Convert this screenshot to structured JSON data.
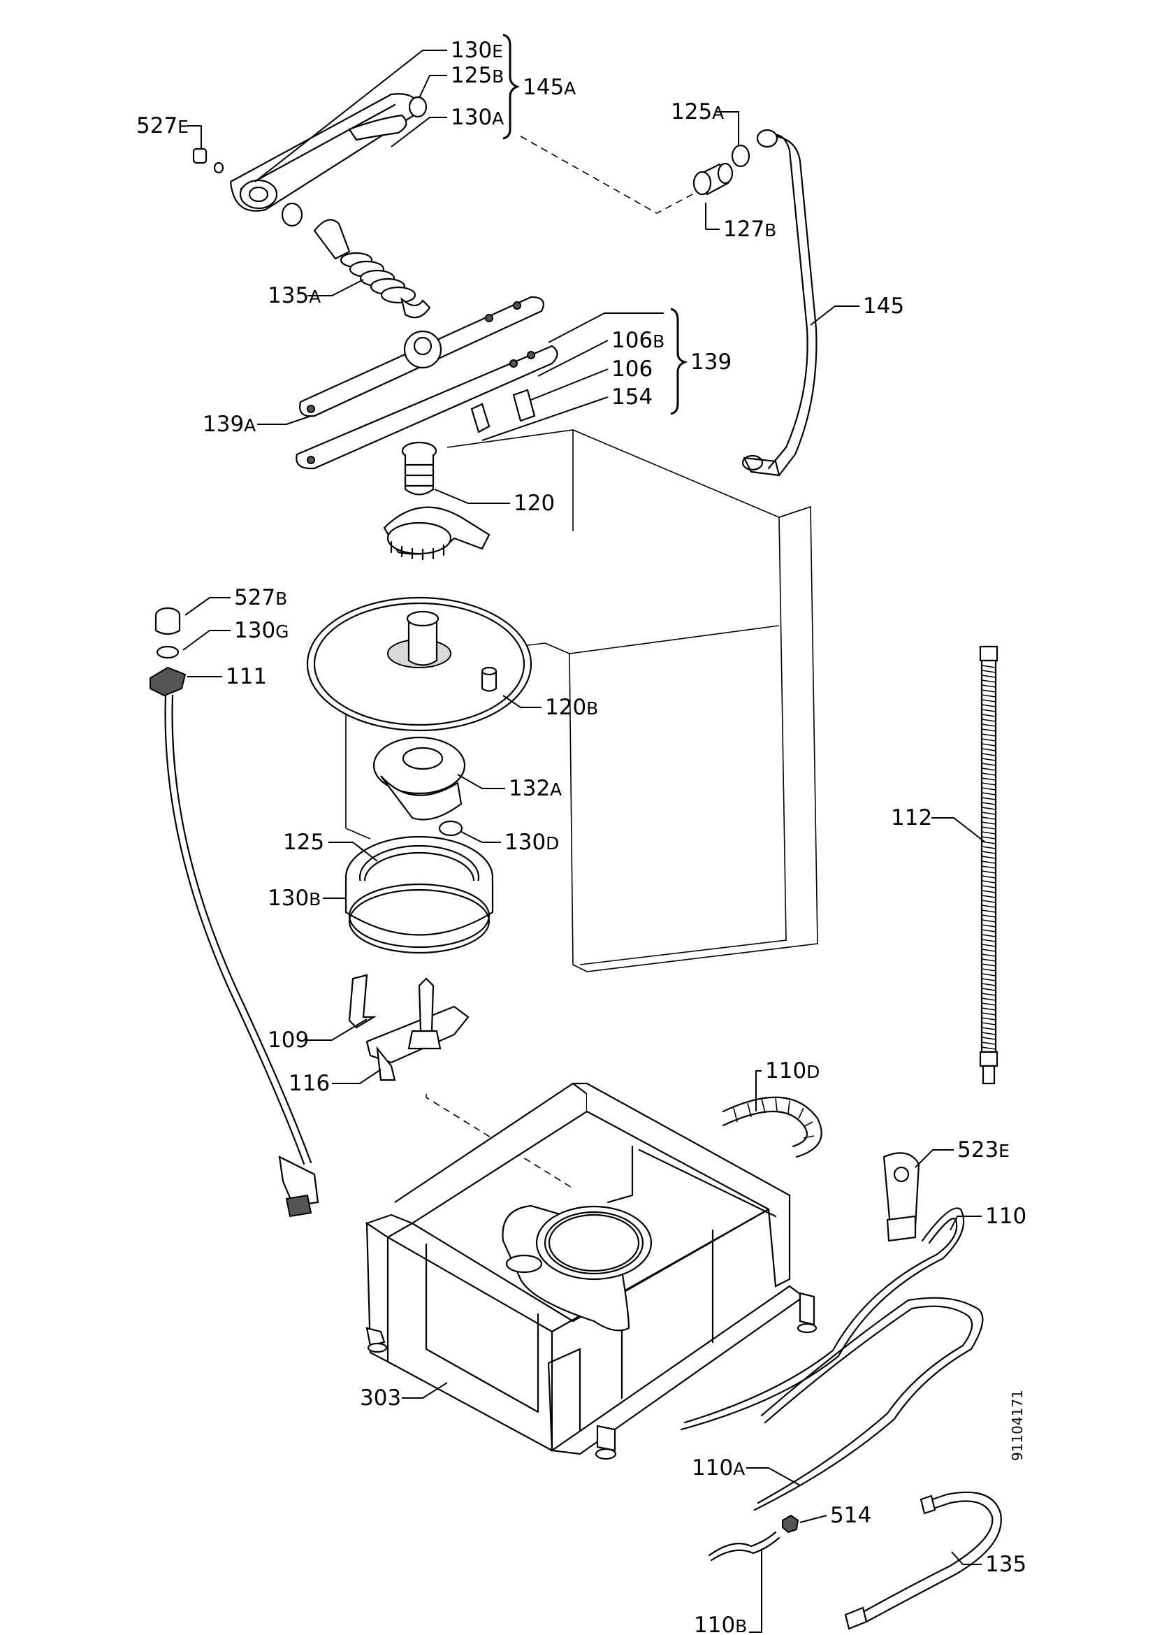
{
  "labels": {
    "l130E": {
      "num": "130",
      "suf": "E"
    },
    "l125B": {
      "num": "125",
      "suf": "B"
    },
    "l130A": {
      "num": "130",
      "suf": "A"
    },
    "l145A": {
      "num": "145",
      "suf": "A"
    },
    "l527E": {
      "num": "527",
      "suf": "E"
    },
    "l125A": {
      "num": "125",
      "suf": "A"
    },
    "l127B": {
      "num": "127",
      "suf": "B"
    },
    "l135A": {
      "num": "135",
      "suf": "A"
    },
    "l145": {
      "num": "145",
      "suf": ""
    },
    "l106B": {
      "num": "106",
      "suf": "B"
    },
    "l106": {
      "num": "106",
      "suf": ""
    },
    "l139": {
      "num": "139",
      "suf": ""
    },
    "l154": {
      "num": "154",
      "suf": ""
    },
    "l139A": {
      "num": "139",
      "suf": "A"
    },
    "l120": {
      "num": "120",
      "suf": ""
    },
    "l527B": {
      "num": "527",
      "suf": "B"
    },
    "l130G": {
      "num": "130",
      "suf": "G"
    },
    "l111": {
      "num": "111",
      "suf": ""
    },
    "l120B": {
      "num": "120",
      "suf": "B"
    },
    "l132A": {
      "num": "132",
      "suf": "A"
    },
    "l112": {
      "num": "112",
      "suf": ""
    },
    "l125": {
      "num": "125",
      "suf": ""
    },
    "l130D": {
      "num": "130",
      "suf": "D"
    },
    "l130B": {
      "num": "130",
      "suf": "B"
    },
    "l109": {
      "num": "109",
      "suf": ""
    },
    "l116": {
      "num": "116",
      "suf": ""
    },
    "l110D": {
      "num": "110",
      "suf": "D"
    },
    "l523E": {
      "num": "523",
      "suf": "E"
    },
    "l110": {
      "num": "110",
      "suf": ""
    },
    "l303": {
      "num": "303",
      "suf": ""
    },
    "l110A": {
      "num": "110",
      "suf": "A"
    },
    "l514": {
      "num": "514",
      "suf": ""
    },
    "l135": {
      "num": "135",
      "suf": ""
    },
    "l110B": {
      "num": "110",
      "suf": "B"
    }
  },
  "drawing_code": "91104171"
}
